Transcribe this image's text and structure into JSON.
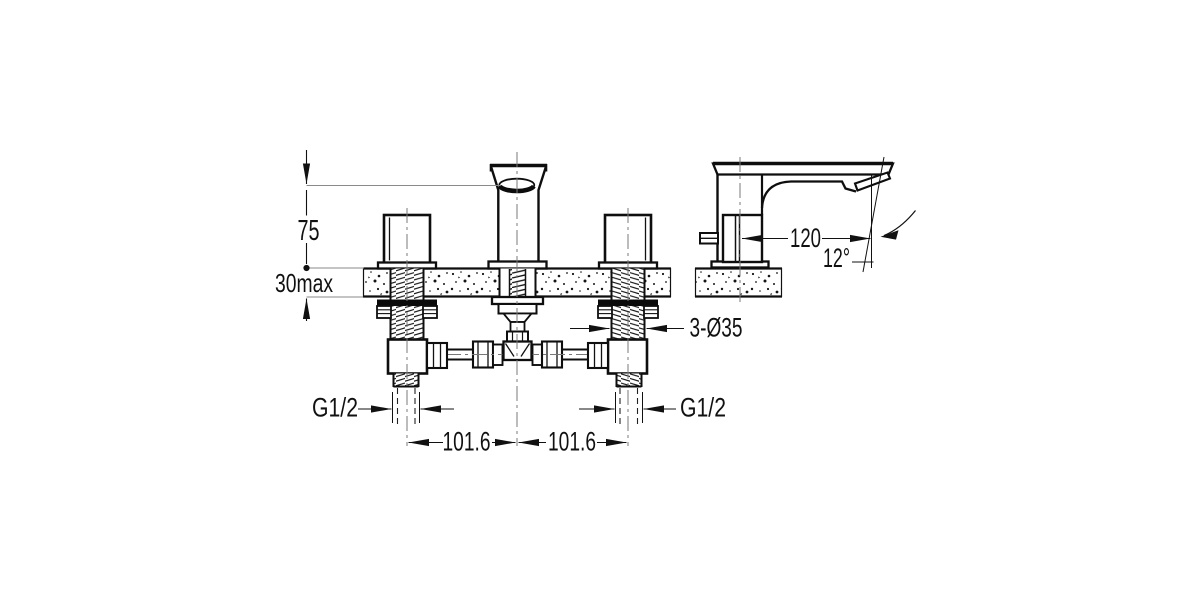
{
  "front": {
    "spout_height": "75",
    "counter_thickness": "30max",
    "left_outlet_thread": "G1/2",
    "right_outlet_thread": "G1/2",
    "mounting_holes": "3-Ø35",
    "spacing_left": "101.6",
    "spacing_right": "101.6"
  },
  "side": {
    "spout_reach": "120",
    "spout_angle": "12°"
  },
  "colors": {
    "line": "#111111",
    "centerline": "#787878",
    "background": "#ffffff"
  }
}
